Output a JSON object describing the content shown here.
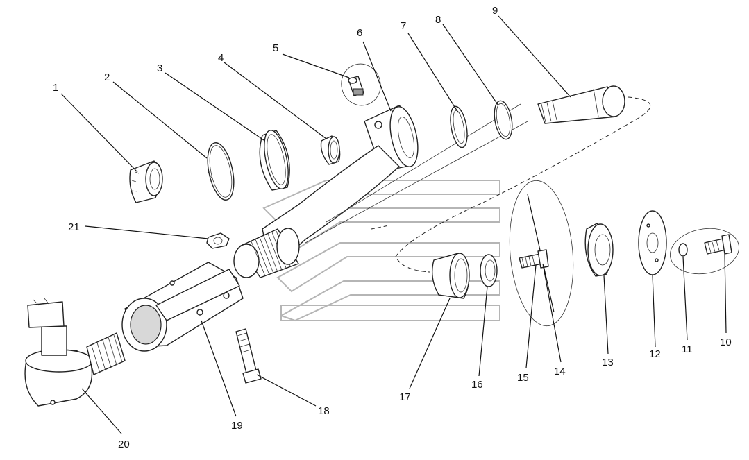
{
  "callouts": [
    {
      "id": "1",
      "text": "1"
    },
    {
      "id": "2",
      "text": "2"
    },
    {
      "id": "3",
      "text": "3"
    },
    {
      "id": "4",
      "text": "4"
    },
    {
      "id": "5",
      "text": "5"
    },
    {
      "id": "6",
      "text": "6"
    },
    {
      "id": "7",
      "text": "7"
    },
    {
      "id": "8",
      "text": "8"
    },
    {
      "id": "9",
      "text": "9"
    },
    {
      "id": "10",
      "text": "10"
    },
    {
      "id": "11",
      "text": "11"
    },
    {
      "id": "12",
      "text": "12"
    },
    {
      "id": "13",
      "text": "13"
    },
    {
      "id": "14",
      "text": "14"
    },
    {
      "id": "15",
      "text": "15"
    },
    {
      "id": "16",
      "text": "16"
    },
    {
      "id": "17",
      "text": "17"
    },
    {
      "id": "18",
      "text": "18"
    },
    {
      "id": "19",
      "text": "19"
    },
    {
      "id": "20",
      "text": "20"
    },
    {
      "id": "21",
      "text": "21"
    }
  ],
  "colors": {
    "line": "#111111",
    "watermark": "#b5b5b5",
    "background": "#ffffff"
  }
}
